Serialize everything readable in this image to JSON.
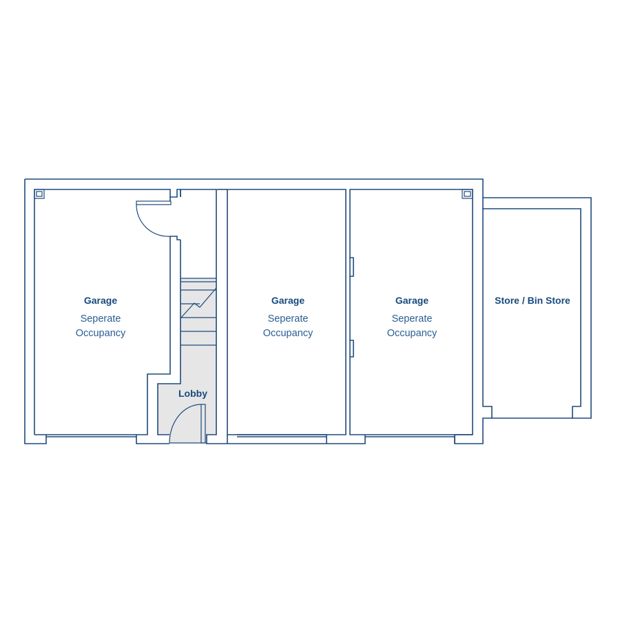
{
  "rooms": [
    {
      "title": "Garage",
      "line1": "Seperate",
      "line2": "Occupancy"
    },
    {
      "title": "Garage",
      "line1": "Seperate",
      "line2": "Occupancy"
    },
    {
      "title": "Garage",
      "line1": "Seperate",
      "line2": "Occupancy"
    }
  ],
  "store": {
    "title": "Store / Bin Store"
  },
  "lobby": {
    "title": "Lobby"
  },
  "colors": {
    "wall": "#1e4a7c",
    "label": "#17497d",
    "lobby_fill": "#e6e6e6"
  }
}
